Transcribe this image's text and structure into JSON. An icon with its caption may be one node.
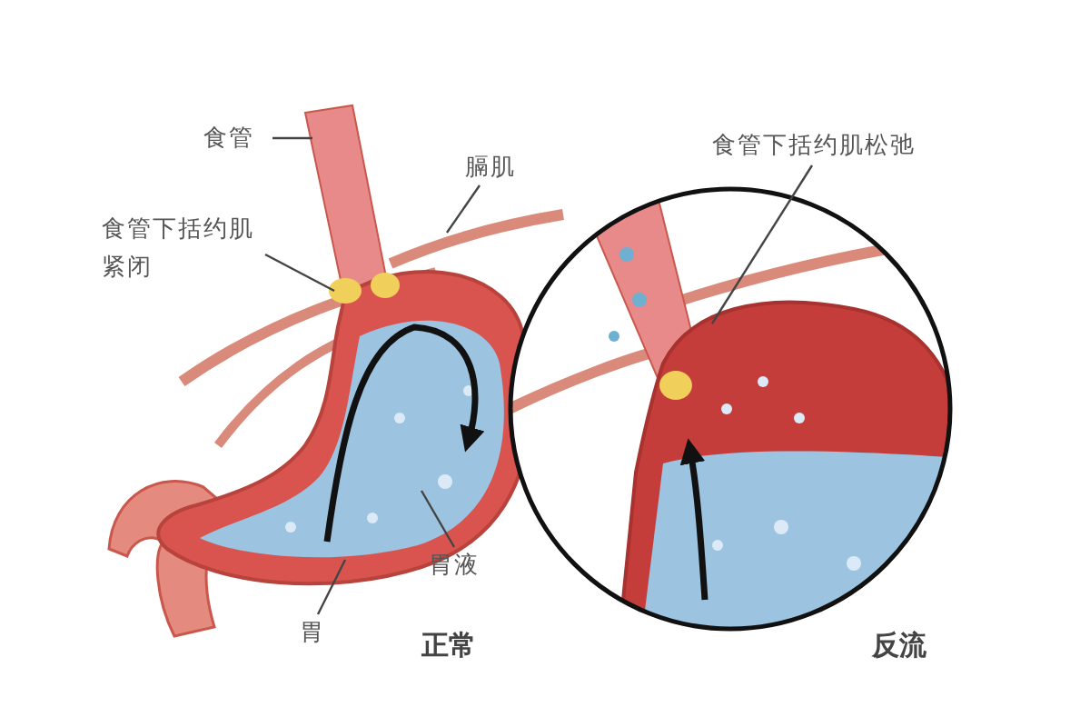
{
  "diagram": {
    "nodes": [
      {
        "text": [
          "食管"
        ]
      },
      {
        "text": [
          "膈肌"
        ]
      },
      {
        "text": [
          "食管下括约肌紧闭"
        ]
      },
      {
        "text": [
          "食管下括约肌松弛"
        ]
      },
      {
        "text": [
          "胃液"
        ]
      },
      {
        "text": [
          "胃"
        ]
      }
    ],
    "edges": [
      {
        "from": 0,
        "to": null,
        "arrow": "none"
      },
      {
        "from": 1,
        "to": null,
        "arrow": "none"
      },
      {
        "from": 2,
        "to": null,
        "arrow": "none"
      },
      {
        "from": 3,
        "to": null,
        "arrow": "none"
      },
      {
        "from": 4,
        "to": null,
        "arrow": "none"
      },
      {
        "from": 5,
        "to": null,
        "arrow": "none"
      }
    ],
    "labels": [
      "正常",
      "反流"
    ]
  }
}
